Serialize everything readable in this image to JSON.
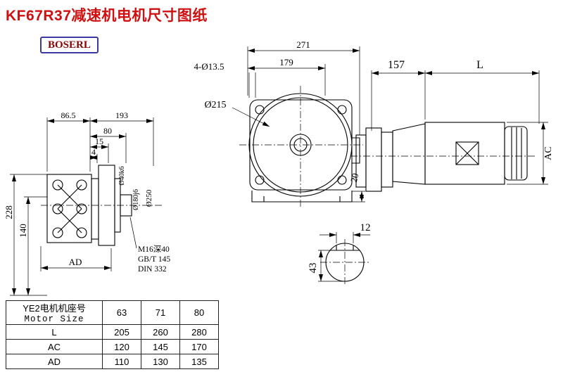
{
  "title": "KF67R37减速机电机尺寸图纸",
  "brand": "BOSERL",
  "colors": {
    "title": "#d01010",
    "brand_text": "#8b0000",
    "brand_border": "#3a3aa0",
    "line": "#000000"
  },
  "dims": {
    "front": {
      "d271": "271",
      "d179": "179",
      "holes": "4-Ø13.5",
      "d215": "Ø215",
      "d20": "20"
    },
    "motor": {
      "d157": "157",
      "L": "L",
      "AC": "AC"
    },
    "left": {
      "d86_5": "86.5",
      "d193": "193",
      "d80": "80",
      "d15": "15",
      "d4": "4",
      "d228": "228",
      "d140": "140",
      "AD": "AD",
      "shaft": "Ø40k6",
      "spigot": "Ø180j6",
      "flange": "Ø250"
    },
    "section": {
      "d12": "12",
      "d43": "43"
    }
  },
  "notes": {
    "tap": "M16深40",
    "gb": "GB/T 145",
    "din": "DIN 332"
  },
  "table": {
    "header": {
      "cn": "YE2电机机座号",
      "en": "Motor Size"
    },
    "sizes": [
      "63",
      "71",
      "80"
    ],
    "rows": [
      {
        "label": "L",
        "values": [
          "205",
          "260",
          "280"
        ]
      },
      {
        "label": "AC",
        "values": [
          "120",
          "145",
          "170"
        ]
      },
      {
        "label": "AD",
        "values": [
          "110",
          "130",
          "135"
        ]
      }
    ]
  }
}
